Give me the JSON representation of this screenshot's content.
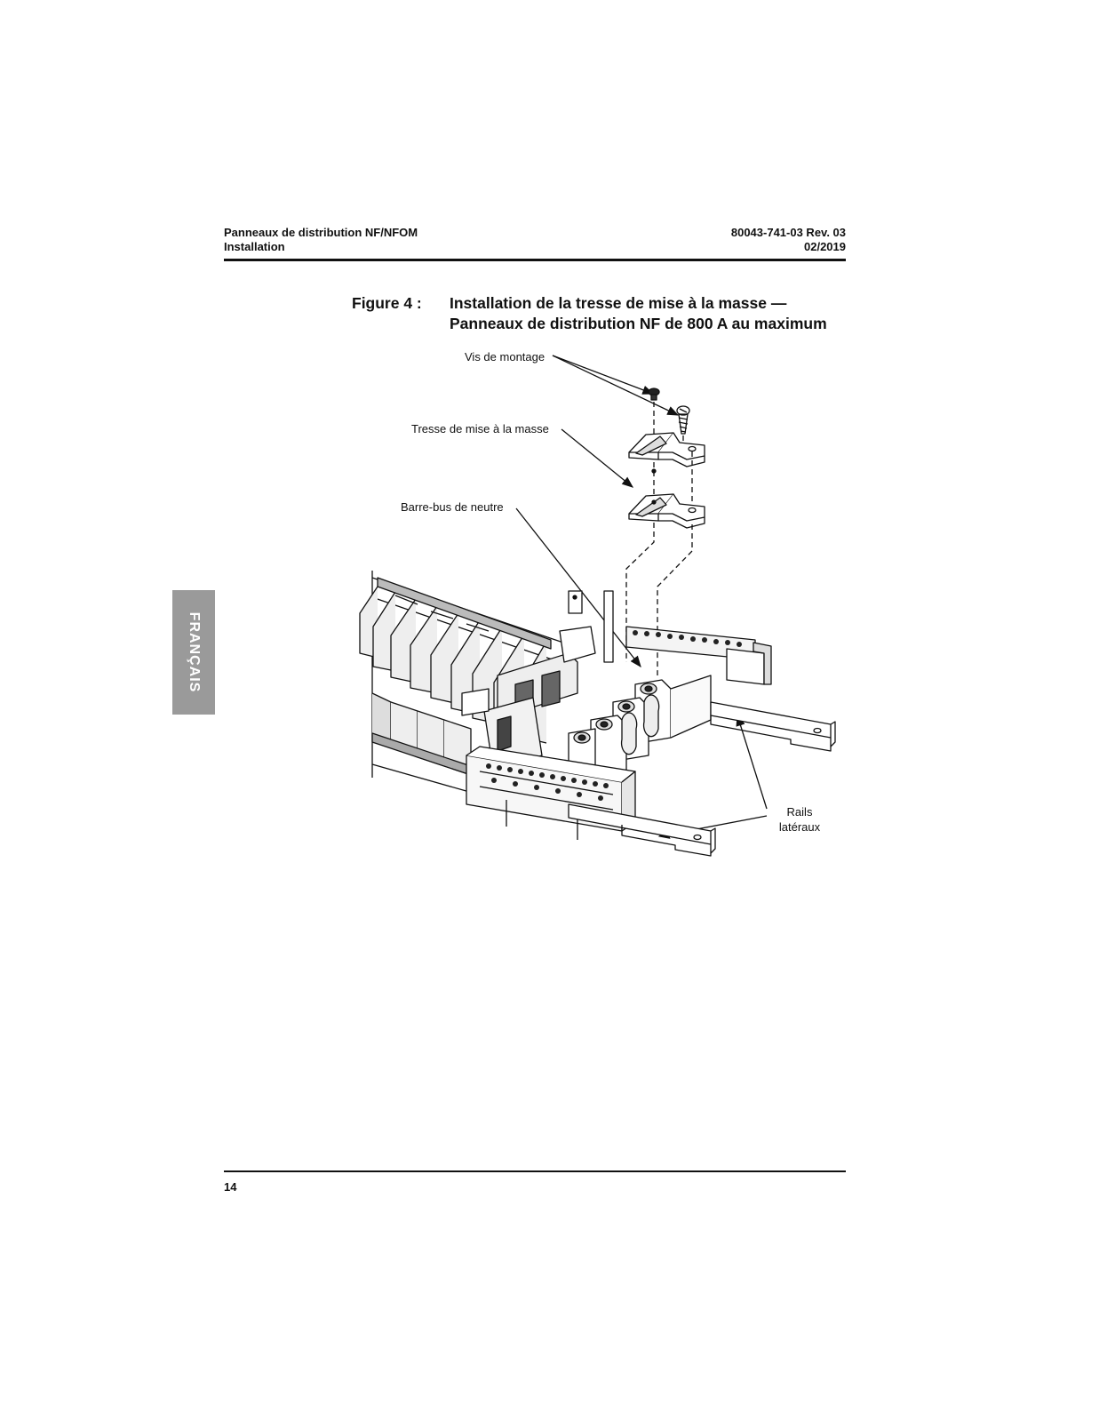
{
  "header": {
    "left_line1": "Panneaux de distribution NF/NFOM",
    "left_line2": "Installation",
    "right_line1": "80043-741-03  Rev. 03",
    "right_line2": "02/2019"
  },
  "figure": {
    "label": "Figure 4 :",
    "title_line1": "Installation de la tresse de mise à la masse —",
    "title_line2": "Panneaux de distribution NF de 800 A au maximum",
    "callouts": {
      "screws": "Vis de montage",
      "braid": "Tresse de mise à la masse",
      "neutral": "Barre-bus de neutre",
      "rails_line1": "Rails",
      "rails_line2": "latéraux"
    }
  },
  "side_tab": "FRANÇAIS",
  "footer": {
    "page_number": "14"
  }
}
